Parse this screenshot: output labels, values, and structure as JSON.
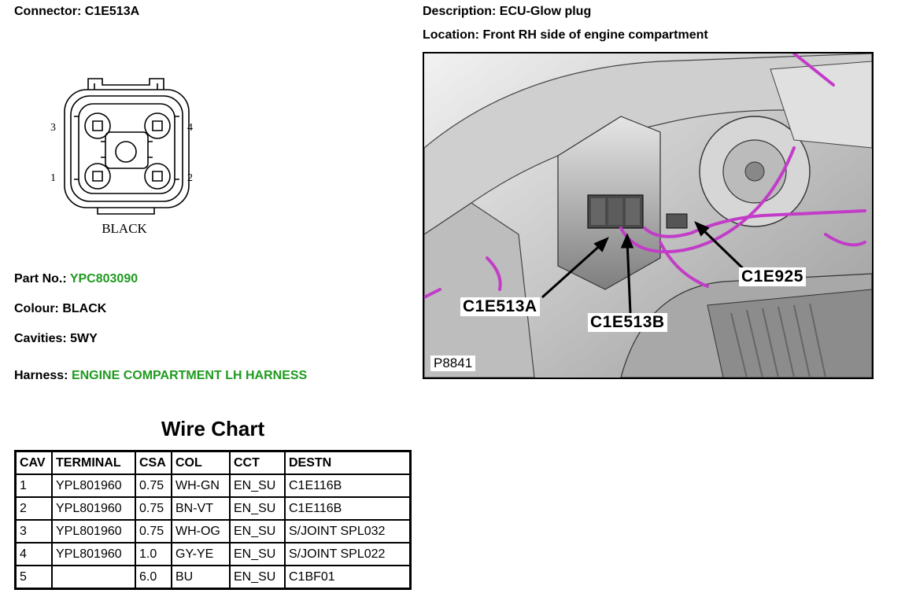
{
  "header": {
    "connector_label": "Connector:",
    "connector_value": "C1E513A",
    "description_label": "Description:",
    "description_value": "ECU-Glow plug",
    "location_label": "Location:",
    "location_value": "Front RH side of engine compartment"
  },
  "connector_drawing": {
    "pins": [
      "3",
      "4",
      "1",
      "2"
    ],
    "color_text": "BLACK"
  },
  "details": {
    "part_label": "Part No.:",
    "part_value": "YPC803090",
    "colour_label": "Colour:",
    "colour_value": "BLACK",
    "cavities_label": "Cavities:",
    "cavities_value": "5WY",
    "harness_label": "Harness:",
    "harness_value": "ENGINE COMPARTMENT LH HARNESS"
  },
  "photo": {
    "callouts": [
      "C1E513A",
      "C1E513B",
      "C1E925"
    ],
    "ref": "P8841"
  },
  "wire_chart": {
    "title": "Wire Chart",
    "headers": [
      "CAV",
      "TERMINAL",
      "CSA",
      "COL",
      "CCT",
      "DESTN"
    ],
    "rows": [
      [
        "1",
        "YPL801960",
        "0.75",
        "WH-GN",
        "EN_SU",
        "C1E116B"
      ],
      [
        "2",
        "YPL801960",
        "0.75",
        "BN-VT",
        "EN_SU",
        "C1E116B"
      ],
      [
        "3",
        "YPL801960",
        "0.75",
        "WH-OG",
        "EN_SU",
        "S/JOINT SPL032"
      ],
      [
        "4",
        "YPL801960",
        "1.0",
        "GY-YE",
        "EN_SU",
        "S/JOINT SPL022"
      ],
      [
        "5",
        "",
        "6.0",
        "BU",
        "EN_SU",
        "C1BF01"
      ]
    ]
  },
  "colors": {
    "link_green": "#1f9a1f",
    "harness_magenta": "#c23cc8"
  }
}
